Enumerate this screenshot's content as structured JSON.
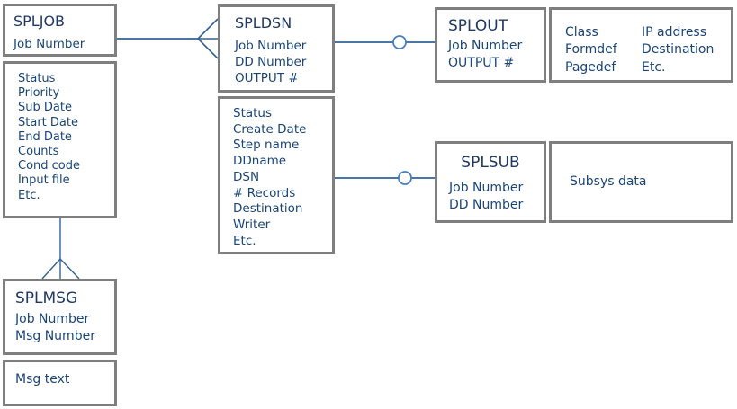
{
  "diagram": {
    "colors": {
      "box_border": "#7f7f7f",
      "title_text": "#1f3864",
      "body_text": "#1a4576",
      "connector_line": "#4a76a6",
      "optional_circle": "#4a7ebb",
      "background": "#ffffff"
    },
    "entities": {
      "spljob": {
        "title": "SPLJOB",
        "keys": [
          "Job Number"
        ],
        "attributes": [
          "Status",
          "Priority",
          "Sub Date",
          "Start Date",
          "End Date",
          "Counts",
          "Cond code",
          "Input file",
          "Etc."
        ]
      },
      "spldsn": {
        "title": "SPLDSN",
        "keys": [
          "Job Number",
          "DD Number",
          "OUTPUT #"
        ],
        "attributes": [
          "Status",
          "Create Date",
          "Step name",
          "DDname",
          "DSN",
          "# Records",
          "Destination",
          "Writer",
          "Etc."
        ]
      },
      "splout": {
        "title": "SPLOUT",
        "keys": [
          "Job Number",
          "OUTPUT #"
        ],
        "attributes_col1": [
          "Class",
          "Formdef",
          "Pagedef"
        ],
        "attributes_col2": [
          "IP address",
          "Destination",
          "Etc."
        ]
      },
      "splsub": {
        "title": "SPLSUB",
        "keys": [
          "Job Number",
          "DD Number"
        ],
        "attributes": [
          "Subsys data"
        ]
      },
      "splmsg": {
        "title": "SPLMSG",
        "keys": [
          "Job Number",
          "Msg Number"
        ],
        "attributes": [
          "Msg text"
        ]
      }
    },
    "relationships": [
      {
        "from": "spljob",
        "to": "spldsn",
        "marker_at_to": "crow-foot"
      },
      {
        "from": "spldsn",
        "to": "splout",
        "marker_at_to": "circle"
      },
      {
        "from": "spldsn",
        "to": "splsub",
        "marker_at_to": "circle"
      },
      {
        "from": "spljob",
        "to": "splmsg",
        "marker_at_to": "crow-foot"
      }
    ]
  }
}
